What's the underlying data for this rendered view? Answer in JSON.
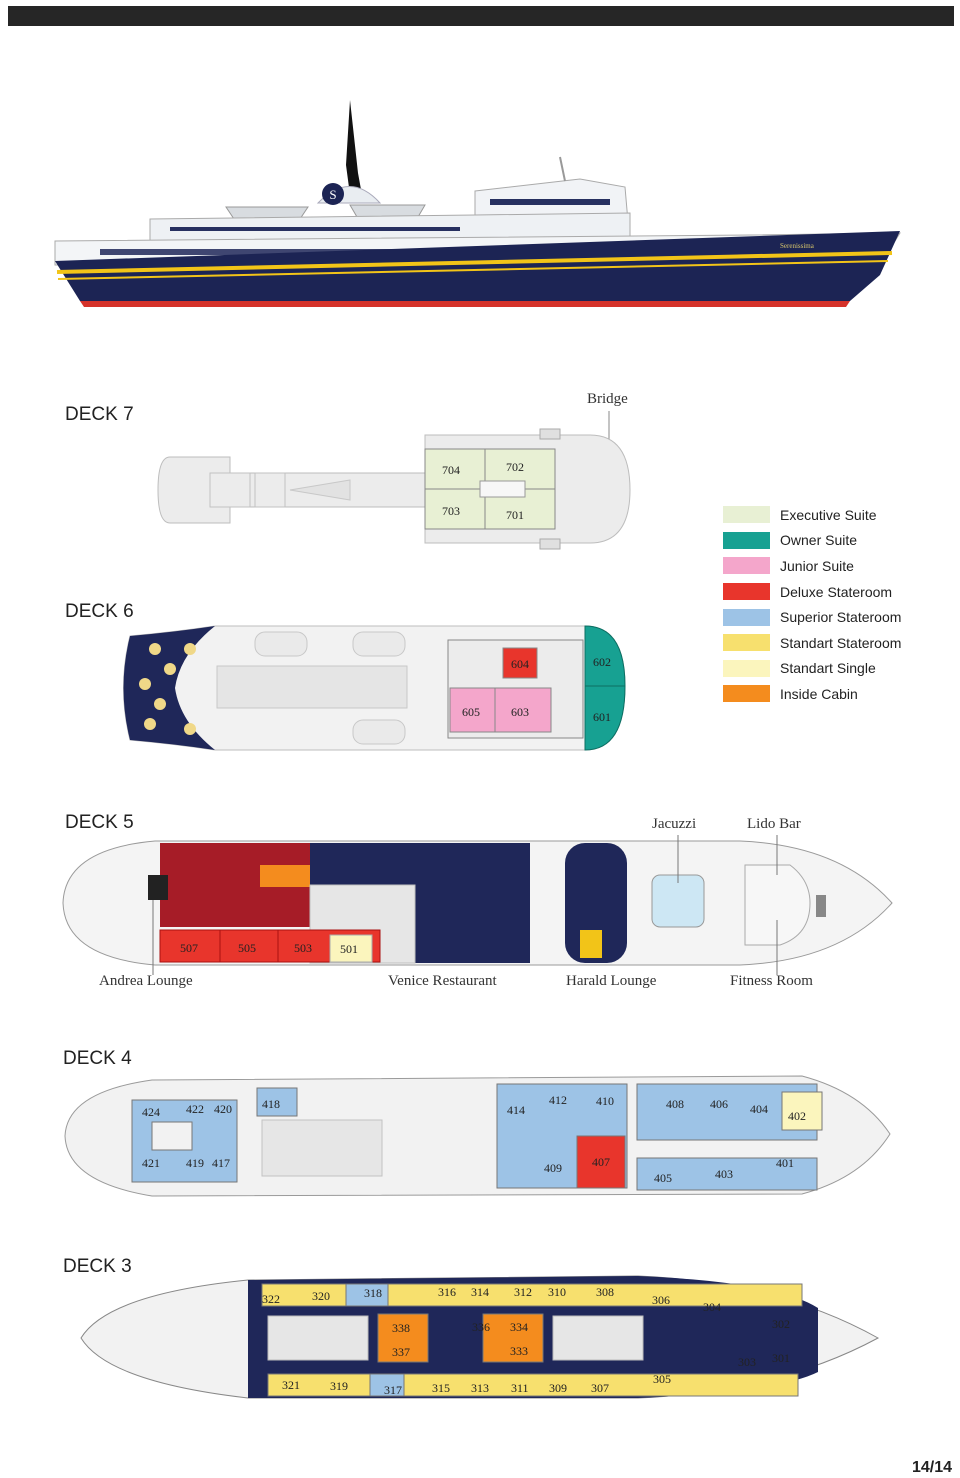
{
  "ship": {
    "name": "Serenissima",
    "logo_letter": "S"
  },
  "decks": {
    "d7": {
      "title": "DECK 7",
      "callouts": {
        "bridge": "Bridge"
      },
      "rooms": [
        "704",
        "702",
        "703",
        "701"
      ]
    },
    "d6": {
      "title": "DECK 6",
      "rooms": [
        "604",
        "602",
        "605",
        "603",
        "601"
      ]
    },
    "d5": {
      "title": "DECK 5",
      "callouts": {
        "jacuzzi": "Jacuzzi",
        "lido": "Lido Bar",
        "andrea": "Andrea Lounge",
        "venice": "Venice Restaurant",
        "harald": "Harald Lounge",
        "fitness": "Fitness Room"
      },
      "rooms": [
        "507",
        "505",
        "503",
        "501"
      ]
    },
    "d4": {
      "title": "DECK 4",
      "rooms": [
        "424",
        "422",
        "420",
        "418",
        "421",
        "419",
        "417",
        "414",
        "412",
        "410",
        "409",
        "407",
        "408",
        "406",
        "404",
        "402",
        "405",
        "403",
        "401"
      ]
    },
    "d3": {
      "title": "DECK 3",
      "rooms": [
        "322",
        "320",
        "318",
        "316",
        "314",
        "312",
        "310",
        "308",
        "306",
        "304",
        "302",
        "338",
        "337",
        "336",
        "334",
        "333",
        "321",
        "319",
        "317",
        "315",
        "313",
        "311",
        "309",
        "307",
        "305",
        "303",
        "301"
      ]
    }
  },
  "legend": [
    {
      "label": "Executive Suite",
      "color": "#e8f0d4"
    },
    {
      "label": "Owner Suite",
      "color": "#17a192"
    },
    {
      "label": "Junior Suite",
      "color": "#f4a6cb"
    },
    {
      "label": "Deluxe Stateroom",
      "color": "#e8352c"
    },
    {
      "label": "Superior Stateroom",
      "color": "#9dc3e6"
    },
    {
      "label": "Standart Stateroom",
      "color": "#f7e06e"
    },
    {
      "label": "Standart Single",
      "color": "#fbf5bd"
    },
    {
      "label": "Inside Cabin",
      "color": "#f48c1e"
    }
  ],
  "page": {
    "number": "14/14"
  }
}
